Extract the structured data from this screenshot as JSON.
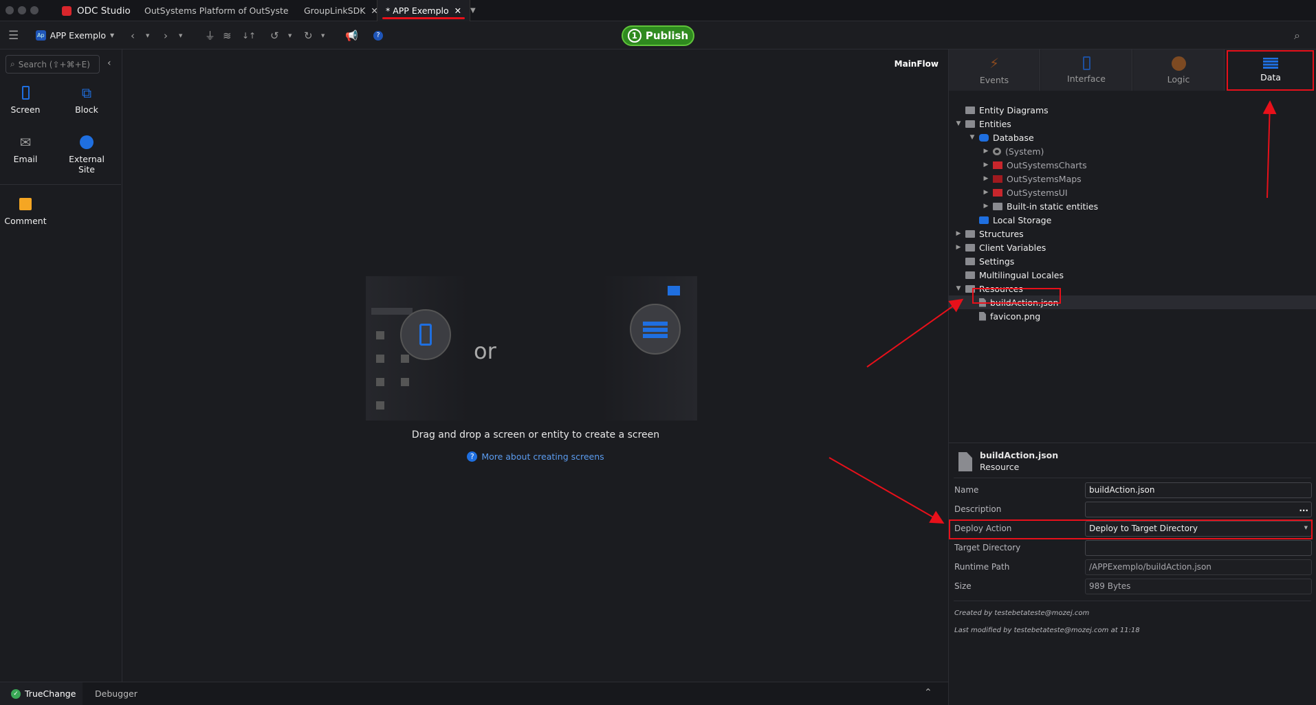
{
  "window": {
    "tabs": [
      {
        "label": "ODC Studio"
      },
      {
        "label": "OutSystems Platform of OutSystems - p"
      },
      {
        "label": "GroupLinkSDK"
      },
      {
        "label": "* APP Exemplo",
        "active": true
      }
    ]
  },
  "toolbar": {
    "app_badge": "Ap",
    "app_name": "APP Exemplo",
    "publish_number": "1",
    "publish_label": "Publish"
  },
  "toolbox": {
    "search_placeholder": "Search (⇧+⌘+E)",
    "items": [
      {
        "label": "Screen"
      },
      {
        "label": "Block"
      },
      {
        "label": "Email"
      },
      {
        "label": "External Site"
      },
      {
        "label": "Comment"
      }
    ]
  },
  "canvas": {
    "flow_name": "MainFlow",
    "or_text": "or",
    "hint": "Drag and drop a screen or entity to create a screen",
    "help_link": "More about creating screens"
  },
  "right_tabs": [
    {
      "label": "Events"
    },
    {
      "label": "Interface"
    },
    {
      "label": "Logic"
    },
    {
      "label": "Data",
      "active": true
    }
  ],
  "tree": [
    {
      "label": "Entity Diagrams"
    },
    {
      "label": "Entities"
    },
    {
      "label": "Database"
    },
    {
      "label": "(System)"
    },
    {
      "label": "OutSystemsCharts"
    },
    {
      "label": "OutSystemsMaps"
    },
    {
      "label": "OutSystemsUI"
    },
    {
      "label": "Built-in static entities"
    },
    {
      "label": "Local Storage"
    },
    {
      "label": "Structures"
    },
    {
      "label": "Client Variables"
    },
    {
      "label": "Settings"
    },
    {
      "label": "Multilingual Locales"
    },
    {
      "label": "Resources"
    },
    {
      "label": "buildAction.json",
      "selected": true
    },
    {
      "label": "favicon.png"
    }
  ],
  "properties": {
    "title": "buildAction.json",
    "subtitle": "Resource",
    "fields": [
      {
        "label": "Name",
        "value": "buildAction.json"
      },
      {
        "label": "Description",
        "value": "",
        "button": "..."
      },
      {
        "label": "Deploy Action",
        "value": "Deploy to Target Directory"
      },
      {
        "label": "Target Directory",
        "value": ""
      },
      {
        "label": "Runtime Path",
        "value": "/APPExemplo/buildAction.json"
      },
      {
        "label": "Size",
        "value": "989 Bytes"
      }
    ],
    "created_by": "Created by testebetateste@mozej.com",
    "modified_by": "Last modified by testebetateste@mozej.com at 11:18"
  },
  "bottom": {
    "truechange": "TrueChange",
    "debugger": "Debugger"
  },
  "colors": {
    "accent": "#1f6fe0",
    "publish": "#2f8a1f",
    "annotation": "#e8101a"
  }
}
